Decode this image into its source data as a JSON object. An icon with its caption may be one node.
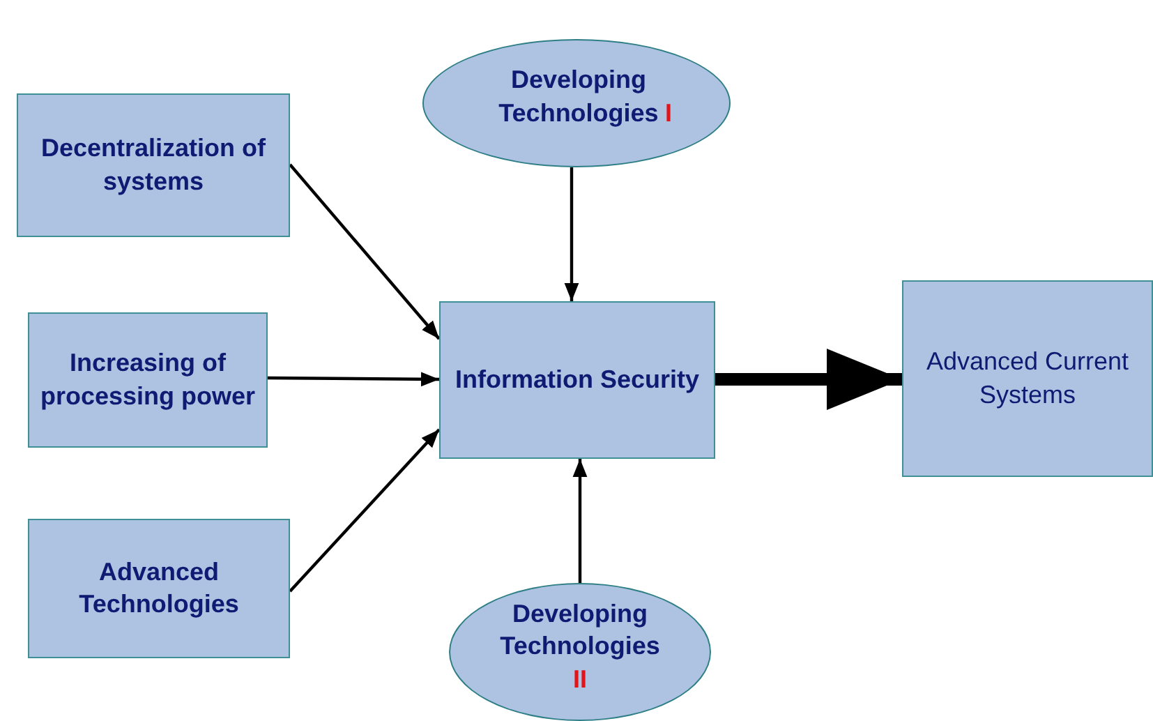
{
  "diagram": {
    "nodes": [
      {
        "text": [
          "Developing Technologies",
          "I"
        ]
      },
      {
        "text": [
          "Decentralization of systems"
        ]
      },
      {
        "text": [
          "Increasing of processing power"
        ]
      },
      {
        "text": [
          "Advanced Technologies"
        ]
      },
      {
        "text": [
          "Information Security"
        ]
      },
      {
        "text": [
          "Advanced Current Systems"
        ]
      },
      {
        "text": [
          "Developing Technologies",
          "II"
        ]
      }
    ],
    "edges": [
      {
        "from": 1,
        "to": 4,
        "arrow": "to"
      },
      {
        "from": 2,
        "to": 4,
        "arrow": "to"
      },
      {
        "from": 3,
        "to": 4,
        "arrow": "to"
      },
      {
        "from": 0,
        "to": 4,
        "arrow": "to"
      },
      {
        "from": 6,
        "to": 4,
        "arrow": "to"
      },
      {
        "from": 4,
        "to": 5,
        "arrow": "to",
        "style": "thick"
      }
    ]
  }
}
